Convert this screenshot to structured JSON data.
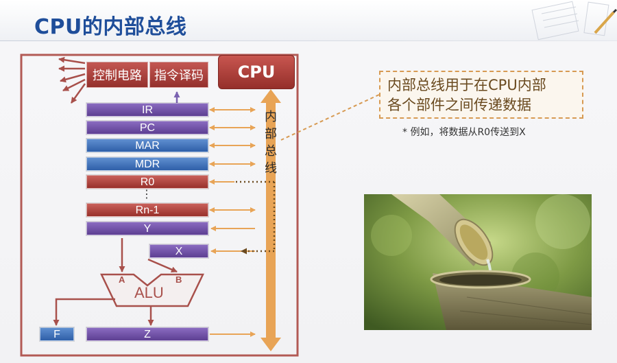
{
  "title": "CPU的内部总线",
  "cpu_label": "CPU",
  "control_units": {
    "control_circuit": "控制电路",
    "instruction_decoder": "指令译码"
  },
  "registers": {
    "ir": "IR",
    "pc": "PC",
    "mar": "MAR",
    "mdr": "MDR",
    "r0": "R0",
    "ellipsis": "⋮",
    "rn1": "Rn-1",
    "y": "Y",
    "x": "X",
    "z": "Z",
    "f": "F"
  },
  "alu": {
    "label": "ALU",
    "input_a": "A",
    "input_b": "B"
  },
  "bus_label_chars": [
    "内",
    "部",
    "总",
    "线"
  ],
  "callout": {
    "line1": "内部总线用于在CPU内部",
    "line2": "各个部件之间传递数据"
  },
  "note": "* 例如，将数据从R0传送到X",
  "colors": {
    "title": "#1f4e9a",
    "frame": "#b25a55",
    "bus": "#e8a456",
    "register_purple": "#6a4aa0",
    "register_blue": "#3a6cb8",
    "register_red": "#a8403a",
    "callout_border": "#d79a52"
  }
}
